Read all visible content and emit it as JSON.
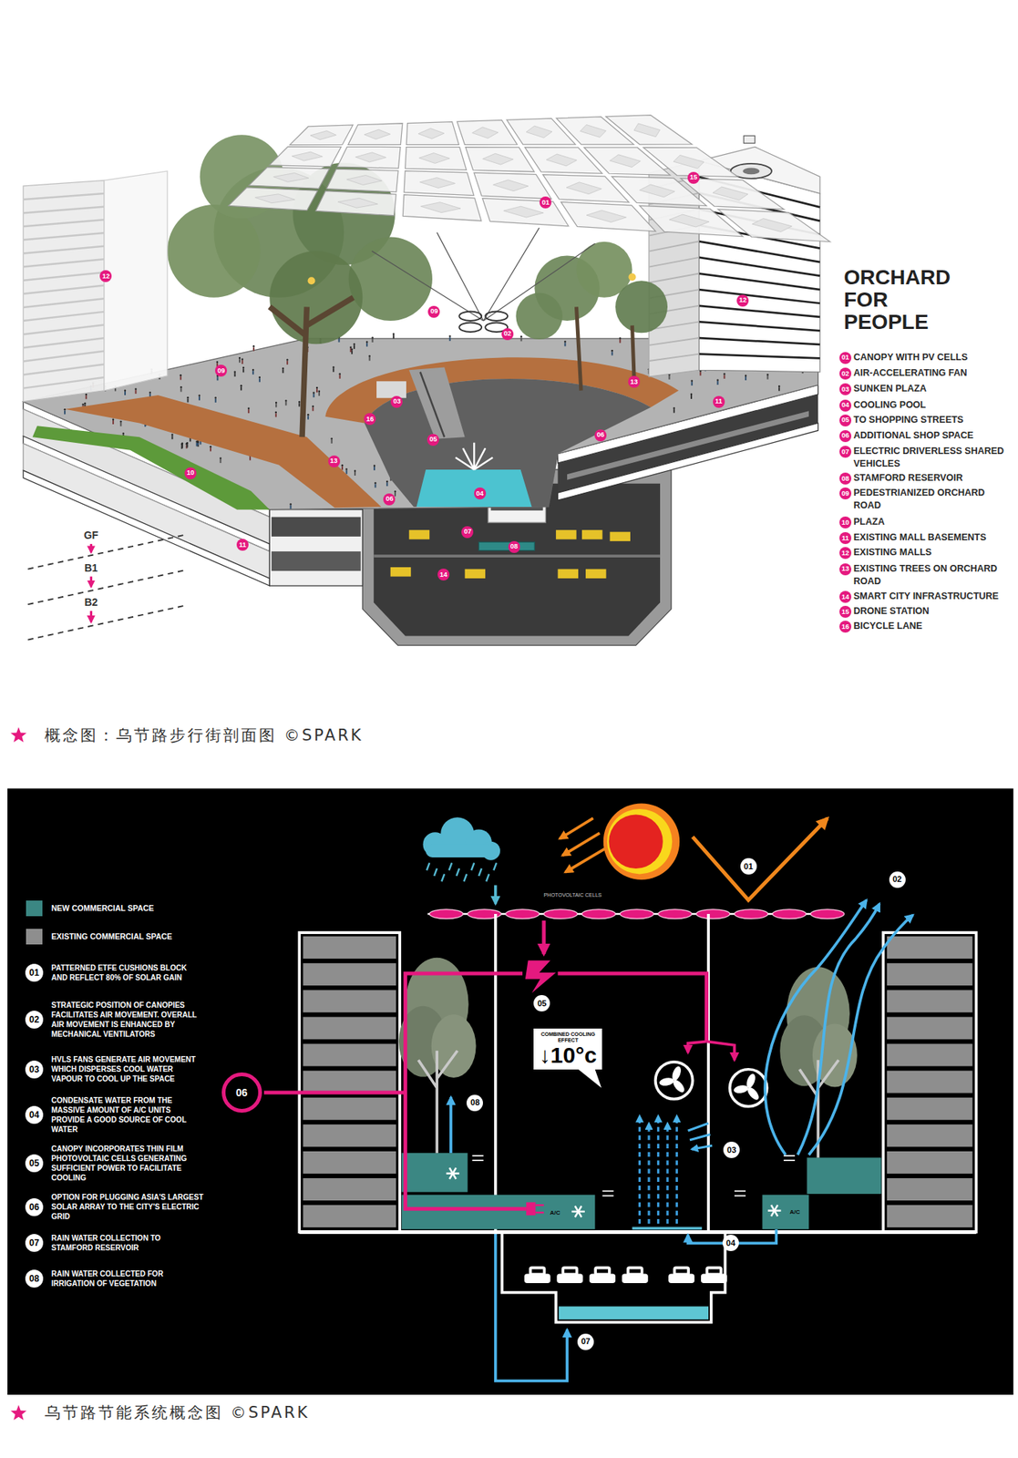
{
  "diagram": {
    "title": "ORCHARD FOR PEOPLE",
    "caption": "概念图：乌节路步行街剖面图 ©SPARK",
    "nodes": [
      {
        "text": [
          "01"
        ]
      },
      {
        "text": [
          "02"
        ]
      },
      {
        "text": [
          "03"
        ]
      },
      {
        "text": [
          "04"
        ]
      },
      {
        "text": [
          "05"
        ]
      },
      {
        "text": [
          "06"
        ]
      },
      {
        "text": [
          "06"
        ]
      },
      {
        "text": [
          "07"
        ]
      },
      {
        "text": [
          "08"
        ]
      },
      {
        "text": [
          "09"
        ]
      },
      {
        "text": [
          "09"
        ]
      },
      {
        "text": [
          "10"
        ]
      },
      {
        "text": [
          "11"
        ]
      },
      {
        "text": [
          "11"
        ]
      },
      {
        "text": [
          "12"
        ]
      },
      {
        "text": [
          "12"
        ]
      },
      {
        "text": [
          "13"
        ]
      },
      {
        "text": [
          "13"
        ]
      },
      {
        "text": [
          "14"
        ]
      },
      {
        "text": [
          "15"
        ]
      },
      {
        "text": [
          "16"
        ]
      },
      {
        "text": [
          "01",
          "CANOPY WITH PV CELLS"
        ]
      },
      {
        "text": [
          "02",
          "AIR-ACCELERATING FAN"
        ]
      },
      {
        "text": [
          "03",
          "SUNKEN PLAZA"
        ]
      },
      {
        "text": [
          "04",
          "COOLING POOL"
        ]
      },
      {
        "text": [
          "05",
          "TO SHOPPING STREETS"
        ]
      },
      {
        "text": [
          "06",
          "ADDITIONAL SHOP SPACE"
        ]
      },
      {
        "text": [
          "07",
          "ELECTRIC DRIVERLESS SHARED VEHICLES"
        ]
      },
      {
        "text": [
          "08",
          "STAMFORD RESERVOIR"
        ]
      },
      {
        "text": [
          "09",
          "PEDESTRIANIZED ORCHARD ROAD"
        ]
      },
      {
        "text": [
          "10",
          "PLAZA"
        ]
      },
      {
        "text": [
          "11",
          "EXISTING MALL BASEMENTS"
        ]
      },
      {
        "text": [
          "12",
          "EXISTING MALLS"
        ]
      },
      {
        "text": [
          "13",
          "EXISTING TREES ON ORCHARD ROAD"
        ]
      },
      {
        "text": [
          "14",
          "SMART CITY INFRASTRUCTURE"
        ]
      },
      {
        "text": [
          "15",
          "DRONE STATION"
        ]
      },
      {
        "text": [
          "16",
          "BICYCLE LANE"
        ]
      },
      {
        "text": [
          "01",
          "PATTERNED ETFE CUSHIONS BLOCK AND REFLECT 80% OF SOLAR GAIN"
        ]
      },
      {
        "text": [
          "02",
          "STRATEGIC POSITION OF CANOPIES FACILITATES AIR MOVEMENT. OVERALL AIR MOVEMENT IS ENHANCED BY MECHANICAL VENTILATORS"
        ]
      },
      {
        "text": [
          "03",
          "HVLS FANS GENERATE AIR MOVEMENT WHICH DISPERSES COOL WATER VAPOUR TO COOL UP THE SPACE"
        ]
      },
      {
        "text": [
          "04",
          "CONDENSATE WATER FROM THE MASSIVE AMOUNT OF A/C UNITS PROVIDE A GOOD SOURCE OF COOL WATER"
        ]
      },
      {
        "text": [
          "05",
          "CANOPY INCORPORATES THIN FILM PHOTOVOLTAIC CELLS GENERATING SUFFICIENT POWER TO FACILITATE COOLING"
        ]
      },
      {
        "text": [
          "06",
          "OPTION FOR PLUGGING ASIA'S LARGEST SOLAR ARRAY TO THE CITY'S ELECTRIC GRID"
        ]
      },
      {
        "text": [
          "07",
          "RAIN WATER COLLECTION TO STAMFORD RESERVOIR"
        ]
      },
      {
        "text": [
          "08",
          "RAIN WATER COLLECTED FOR IRRIGATION OF VEGETATION"
        ]
      },
      {
        "text": [
          "01"
        ]
      },
      {
        "text": [
          "02"
        ]
      },
      {
        "text": [
          "03"
        ]
      },
      {
        "text": [
          "04"
        ]
      },
      {
        "text": [
          "05"
        ]
      },
      {
        "text": [
          "06"
        ]
      },
      {
        "text": [
          "07"
        ]
      },
      {
        "text": [
          "08"
        ]
      },
      {
        "text": [
          "COMBINED COOLING EFFECT",
          "↓10°c"
        ]
      }
    ],
    "labels": [
      "GF",
      "B1",
      "B2",
      "PHOTOVOLTAIC CELLS",
      "A/C",
      "A/C",
      "乌节路节能系统概念图 ©SPARK"
    ],
    "legend": [
      {
        "text": "NEW COMMERCIAL SPACE",
        "color": "#3b8783"
      },
      {
        "text": "EXISTING COMMERCIAL SPACE",
        "color": "#8e8e8e"
      }
    ]
  }
}
